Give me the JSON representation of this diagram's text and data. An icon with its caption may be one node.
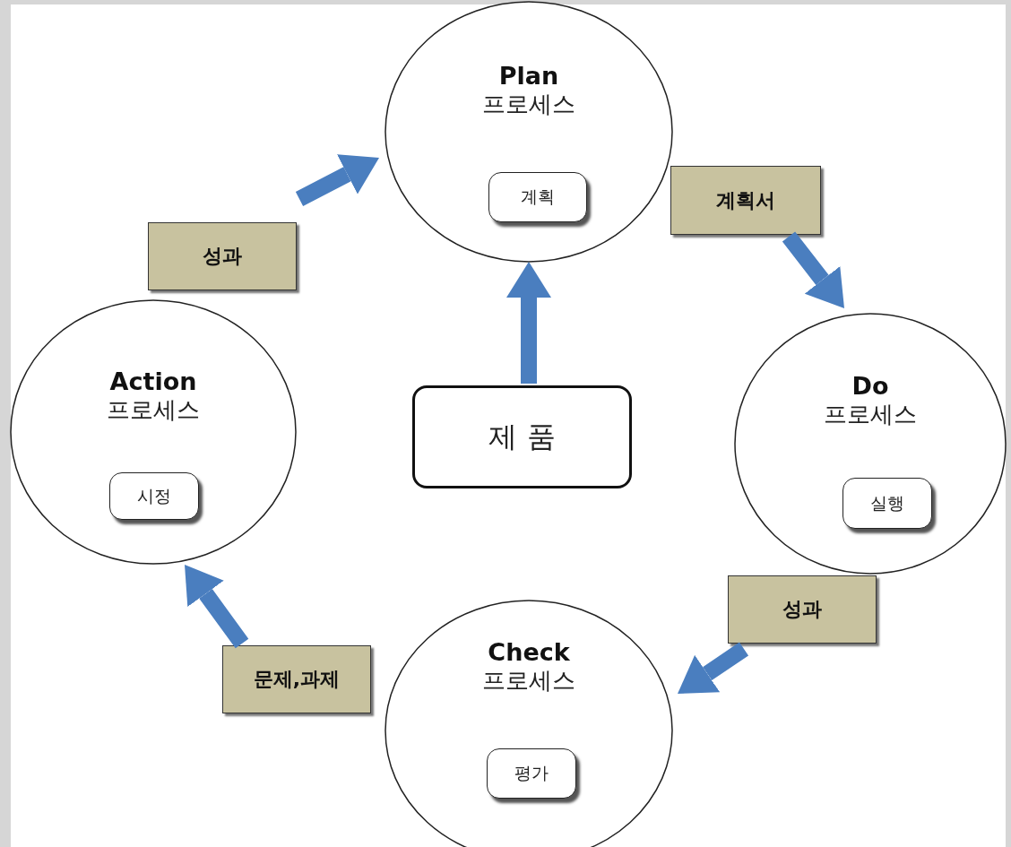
{
  "diagram": {
    "nodes": [
      {
        "text": [
          "Plan",
          "프로세스"
        ]
      },
      {
        "text": [
          "계획"
        ],
        "in": 0
      },
      {
        "text": [
          "계획서"
        ]
      },
      {
        "text": [
          "성과"
        ]
      },
      {
        "text": [
          "Action",
          "프로세스"
        ]
      },
      {
        "text": [
          "시정"
        ],
        "in": 4
      },
      {
        "text": [
          "제 품"
        ]
      },
      {
        "text": [
          "Do",
          "프로세스"
        ]
      },
      {
        "text": [
          "실행"
        ],
        "in": 7
      },
      {
        "text": [
          "성과"
        ]
      },
      {
        "text": [
          "문제,과제"
        ]
      },
      {
        "text": [
          "Check",
          "프로세스"
        ]
      },
      {
        "text": [
          "평가"
        ],
        "in": 11
      }
    ],
    "edges": [
      {
        "from": 3,
        "to": 0,
        "arrow": "to"
      },
      {
        "from": 2,
        "to": 7,
        "arrow": "to"
      },
      {
        "from": 9,
        "to": 11,
        "arrow": "to"
      },
      {
        "from": 10,
        "to": 4,
        "arrow": "to"
      },
      {
        "from": 6,
        "to": 0,
        "arrow": "to"
      }
    ]
  }
}
